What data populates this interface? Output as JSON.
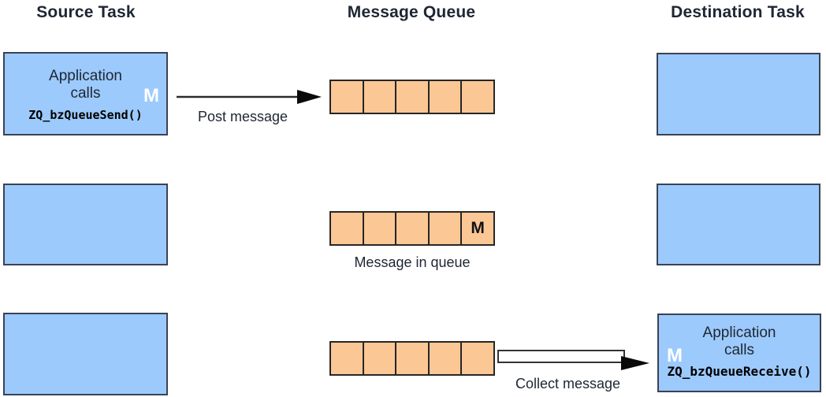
{
  "headers": {
    "source": "Source Task",
    "queue": "Message Queue",
    "destination": "Destination Task"
  },
  "row1": {
    "source_box": {
      "line1": "Application",
      "line2": "calls",
      "code": "ZQ_bzQueueSend()",
      "marker": "M"
    },
    "arrow_label": "Post message",
    "queue_slots": 5
  },
  "row2": {
    "queue_slots": 5,
    "queue_marker": "M",
    "caption": "Message in queue"
  },
  "row3": {
    "queue_slots": 5,
    "arrow_label": "Collect message",
    "dest_box": {
      "line1": "Application",
      "line2": "calls",
      "code": "ZQ_bzQueueReceive()",
      "marker": "M"
    }
  },
  "colors": {
    "task_box_fill": "#9CCAFC",
    "task_box_border": "#3A4255",
    "queue_cell_fill": "#FBC795",
    "queue_cell_border": "#262626",
    "text": "#1E2633",
    "marker_on_box": "#FFFFFF",
    "marker_in_queue": "#111111",
    "arrow_line": "#2B2B2B",
    "arrow_head": "#0A0A0A"
  }
}
